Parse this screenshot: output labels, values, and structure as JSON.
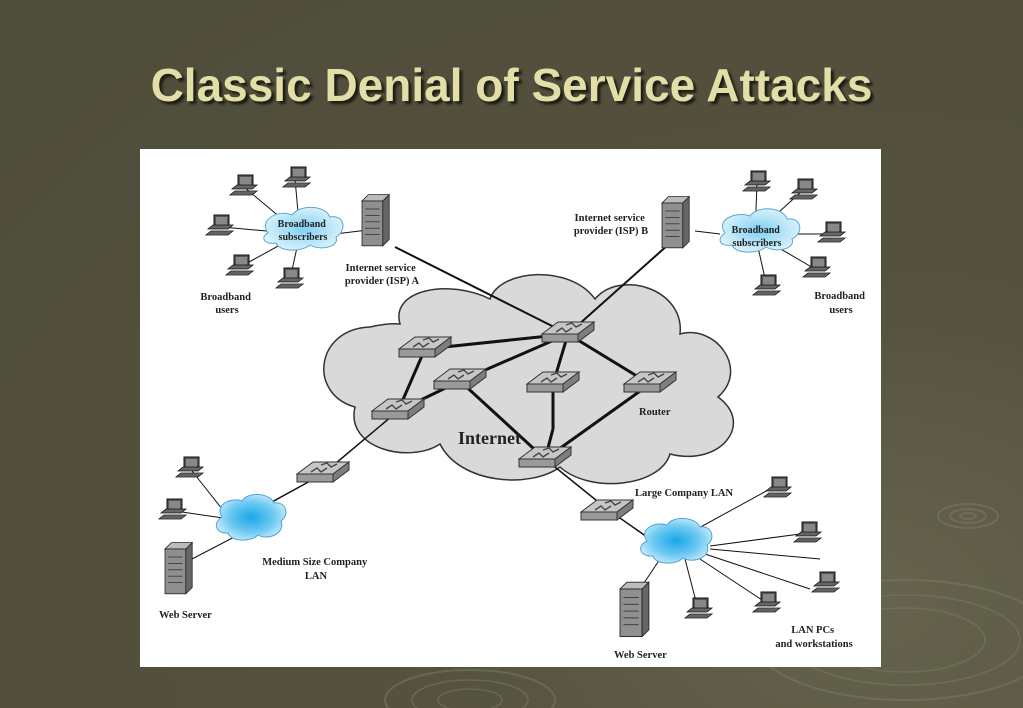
{
  "slide": {
    "title": "Classic Denial of Service Attacks"
  },
  "diagram": {
    "labels": {
      "broadband_subscribers_a": [
        "Broadband",
        "subscribers"
      ],
      "broadband_users_a": [
        "Broadband",
        "users"
      ],
      "isp_a": [
        "Internet service",
        "provider (ISP) A"
      ],
      "isp_b": [
        "Internet service",
        "provider (ISP) B"
      ],
      "broadband_subscribers_b": [
        "Broadband",
        "subscribers"
      ],
      "broadband_users_b": [
        "Broadband",
        "users"
      ],
      "internet": "Internet",
      "router": "Router",
      "large_company_lan": "Large Company LAN",
      "medium_company_lan": [
        "Medium Size Company",
        "LAN"
      ],
      "web_server_left": "Web Server",
      "web_server_right": "Web Server",
      "lan_pcs": [
        "LAN PCs",
        "and workstations"
      ]
    }
  }
}
